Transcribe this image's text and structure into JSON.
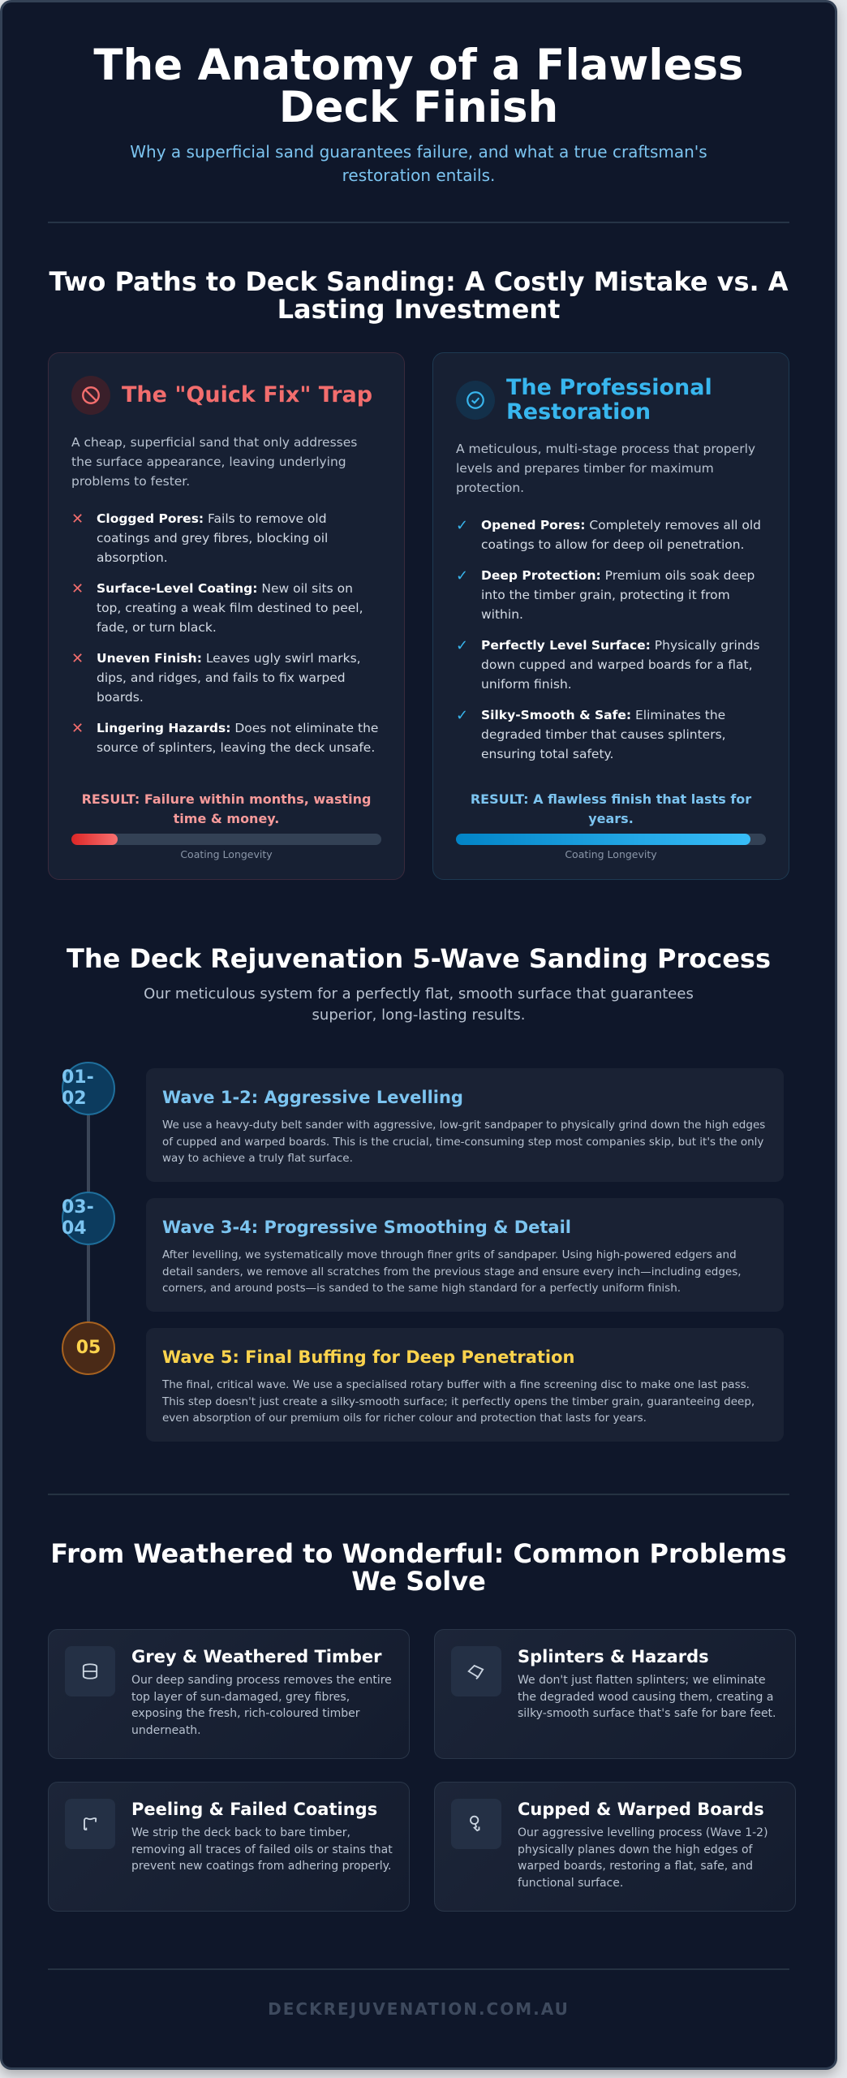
{
  "hero": {
    "title": "The Anatomy of a Flawless Deck Finish",
    "subtitle": "Why a superficial sand guarantees failure, and what a true craftsman's restoration entails."
  },
  "comparison": {
    "title": "Two Paths to Deck Sanding: A Costly Mistake vs. A Lasting Investment",
    "bad": {
      "icon": "ban-icon",
      "title": "The \"Quick Fix\" Trap",
      "description": "A cheap, superficial sand that only addresses the surface appearance, leaving underlying problems to fester.",
      "points": [
        {
          "bold": "Clogged Pores:",
          "text": " Fails to remove old coatings and grey fibres, blocking oil absorption."
        },
        {
          "bold": "Surface-Level Coating:",
          "text": " New oil sits on top, creating a weak film destined to peel, fade, or turn black."
        },
        {
          "bold": "Uneven Finish:",
          "text": " Leaves ugly swirl marks, dips, and ridges, and fails to fix warped boards."
        },
        {
          "bold": "Lingering Hazards:",
          "text": " Does not eliminate the source of splinters, leaving the deck unsafe."
        }
      ],
      "mark": "✕",
      "result": "RESULT: Failure within months, wasting time & money.",
      "bar_percent": 15,
      "bar_label": "Coating Longevity",
      "color": "#f26d6d"
    },
    "good": {
      "icon": "check-circle-icon",
      "title": "The Professional Restoration",
      "description": "A meticulous, multi-stage process that properly levels and prepares timber for maximum protection.",
      "points": [
        {
          "bold": "Opened Pores:",
          "text": " Completely removes all old coatings to allow for deep oil penetration."
        },
        {
          "bold": "Deep Protection:",
          "text": " Premium oils soak deep into the timber grain, protecting it from within."
        },
        {
          "bold": "Perfectly Level Surface:",
          "text": " Physically grinds down cupped and warped boards for a flat, uniform finish."
        },
        {
          "bold": "Silky-Smooth & Safe:",
          "text": " Eliminates the degraded timber that causes splinters, ensuring total safety."
        }
      ],
      "mark": "✓",
      "result": "RESULT: A flawless finish that lasts for years.",
      "bar_percent": 95,
      "bar_label": "Coating Longevity",
      "color": "#38b6ee"
    }
  },
  "process": {
    "title": "The Deck Rejuvenation 5-Wave Sanding Process",
    "subtitle": "Our meticulous system for a perfectly flat, smooth surface that guarantees superior, long-lasting results.",
    "waves": [
      {
        "number": "01-02",
        "title": "Wave 1-2: Aggressive Levelling",
        "text": "We use a heavy-duty belt sander with aggressive, low-grit sandpaper to physically grind down the high edges of cupped and warped boards. This is the crucial, time-consuming step most companies skip, but it's the only way to achieve a truly flat surface."
      },
      {
        "number": "03-04",
        "title": "Wave 3-4: Progressive Smoothing & Detail",
        "text": "After levelling, we systematically move through finer grits of sandpaper. Using high-powered edgers and detail sanders, we remove all scratches from the previous stage and ensure every inch—including edges, corners, and around posts—is sanded to the same high standard for a perfectly uniform finish."
      },
      {
        "number": "05",
        "title": "Wave 5: Final Buffing for Deep Penetration",
        "text": "The final, critical wave. We use a specialised rotary buffer with a fine screening disc to make one last pass. This step doesn't just create a silky-smooth surface; it perfectly opens the timber grain, guaranteeing deep, even absorption of our premium oils for richer colour and protection that lasts for years."
      }
    ]
  },
  "problems": {
    "title": "From Weathered to Wonderful: Common Problems We Solve",
    "items": [
      {
        "icon": "weathered-timber-icon",
        "title": "Grey & Weathered Timber",
        "text": "Our deep sanding process removes the entire top layer of sun-damaged, grey fibres, exposing the fresh, rich-coloured timber underneath."
      },
      {
        "icon": "splinter-icon",
        "title": "Splinters & Hazards",
        "text": "We don't just flatten splinters; we eliminate the degraded wood causing them, creating a silky-smooth surface that's safe for bare feet."
      },
      {
        "icon": "peeling-icon",
        "title": "Peeling & Failed Coatings",
        "text": "We strip the deck back to bare timber, removing all traces of failed oils or stains that prevent new coatings from adhering properly."
      },
      {
        "icon": "warped-board-icon",
        "title": "Cupped & Warped Boards",
        "text": "Our aggressive levelling process (Wave 1-2) physically planes down the high edges of warped boards, restoring a flat, safe, and functional surface."
      }
    ]
  },
  "footer": {
    "domain": "DECKREJUVENATION.COM.AU"
  }
}
